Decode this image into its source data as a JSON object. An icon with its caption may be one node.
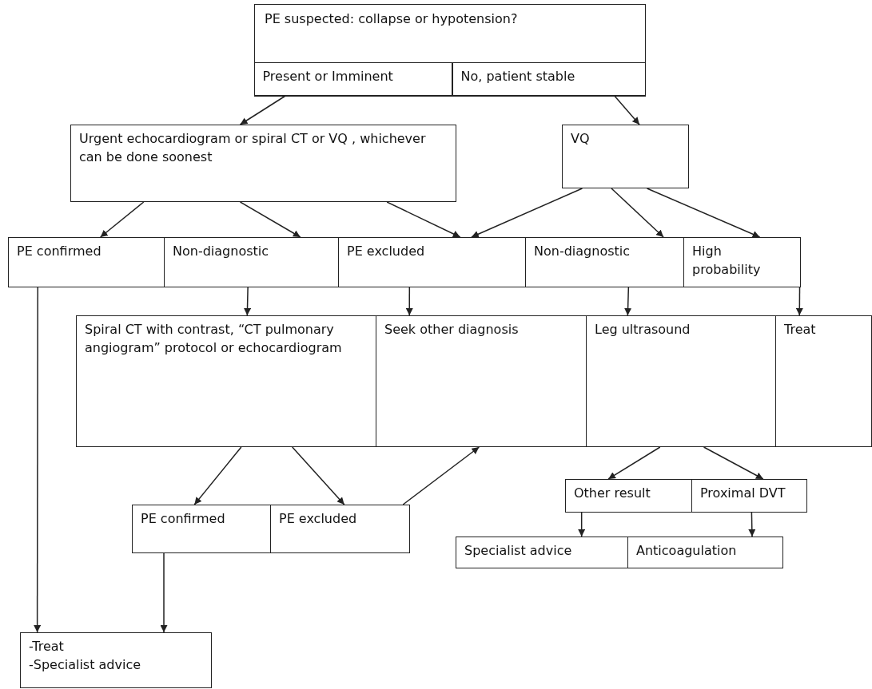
{
  "diagram": {
    "nodes": [
      {
        "text": [
          "PE suspected: collapse or hypotension?"
        ]
      },
      {
        "text": [
          "Present or Imminent"
        ],
        "in": 0
      },
      {
        "text": [
          "No, patient stable"
        ],
        "in": 0
      },
      {
        "text": [
          "Urgent echocardiogram or spiral CT or VQ , whichever can be done soonest"
        ]
      },
      {
        "text": [
          "VQ"
        ]
      },
      {
        "text": [
          "PE confirmed"
        ]
      },
      {
        "text": [
          "Non-diagnostic"
        ]
      },
      {
        "text": [
          "PE excluded"
        ]
      },
      {
        "text": [
          "Non-diagnostic"
        ]
      },
      {
        "text": [
          "High probability"
        ]
      },
      {
        "text": [
          "Spiral CT with contrast, “CT pulmonary angiogram” protocol or echocardiogram"
        ]
      },
      {
        "text": [
          "Seek other diagnosis"
        ]
      },
      {
        "text": [
          "Leg ultrasound"
        ]
      },
      {
        "text": [
          "Treat"
        ]
      },
      {
        "text": [
          "PE confirmed"
        ]
      },
      {
        "text": [
          "PE excluded"
        ]
      },
      {
        "text": [
          "Other result"
        ]
      },
      {
        "text": [
          "Proximal DVT"
        ]
      },
      {
        "text": [
          "Specialist advice"
        ]
      },
      {
        "text": [
          "Anticoagulation"
        ]
      },
      {
        "text": [
          "-Treat",
          "-Specialist advice"
        ]
      }
    ],
    "edges": [
      {
        "from": 1,
        "to": 3,
        "arrow": "to"
      },
      {
        "from": 2,
        "to": 4,
        "arrow": "to"
      },
      {
        "from": 3,
        "to": 5,
        "arrow": "to"
      },
      {
        "from": 3,
        "to": 6,
        "arrow": "to"
      },
      {
        "from": 3,
        "to": 7,
        "arrow": "to"
      },
      {
        "from": 4,
        "to": 7,
        "arrow": "to"
      },
      {
        "from": 4,
        "to": 8,
        "arrow": "to"
      },
      {
        "from": 4,
        "to": 9,
        "arrow": "to"
      },
      {
        "from": 6,
        "to": 10,
        "arrow": "to"
      },
      {
        "from": 7,
        "to": 11,
        "arrow": "to"
      },
      {
        "from": 8,
        "to": 12,
        "arrow": "to"
      },
      {
        "from": 9,
        "to": 13,
        "arrow": "to"
      },
      {
        "from": 10,
        "to": 14,
        "arrow": "to"
      },
      {
        "from": 10,
        "to": 15,
        "arrow": "to"
      },
      {
        "from": 15,
        "to": 11,
        "arrow": "to"
      },
      {
        "from": 12,
        "to": 16,
        "arrow": "to"
      },
      {
        "from": 12,
        "to": 17,
        "arrow": "to"
      },
      {
        "from": 16,
        "to": 18,
        "arrow": "to"
      },
      {
        "from": 17,
        "to": 19,
        "arrow": "to"
      },
      {
        "from": 5,
        "to": 20,
        "arrow": "to"
      },
      {
        "from": 14,
        "to": 20,
        "arrow": "to"
      }
    ]
  }
}
